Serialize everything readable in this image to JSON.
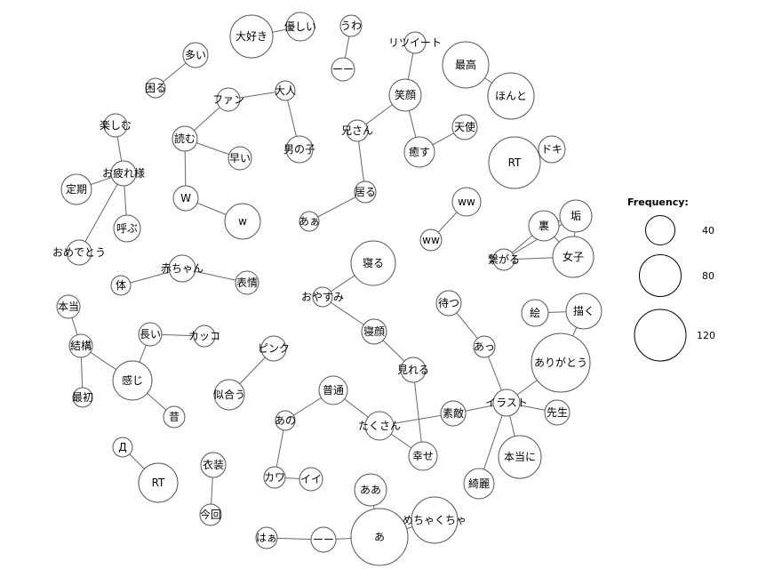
{
  "legend": {
    "title": "Frequency:",
    "values": [
      "40",
      "80",
      "120"
    ]
  },
  "nodes": [
    {
      "id": "daisuki",
      "label": "大好き"
    },
    {
      "id": "yasashii",
      "label": "優しい"
    },
    {
      "id": "uwa",
      "label": "うわ"
    },
    {
      "id": "dashdash1",
      "label": "ーー"
    },
    {
      "id": "retweet",
      "label": "リツイート"
    },
    {
      "id": "saikou",
      "label": "最高"
    },
    {
      "id": "honto",
      "label": "ほんと"
    },
    {
      "id": "ooi",
      "label": "多い"
    },
    {
      "id": "komaru",
      "label": "困る"
    },
    {
      "id": "fan",
      "label": "ファン"
    },
    {
      "id": "otona",
      "label": "大人"
    },
    {
      "id": "egao",
      "label": "笑顔"
    },
    {
      "id": "tanoshimu",
      "label": "楽しむ"
    },
    {
      "id": "yomu",
      "label": "読む"
    },
    {
      "id": "hayai",
      "label": "早い"
    },
    {
      "id": "otokonoko",
      "label": "男の子"
    },
    {
      "id": "niisan",
      "label": "兄さん"
    },
    {
      "id": "iyasu",
      "label": "癒す"
    },
    {
      "id": "tenshi",
      "label": "天使"
    },
    {
      "id": "rt1",
      "label": "RT"
    },
    {
      "id": "doki",
      "label": "ドキ"
    },
    {
      "id": "otsukaresama",
      "label": "お疲れ様"
    },
    {
      "id": "teiki",
      "label": "定期"
    },
    {
      "id": "W",
      "label": "W"
    },
    {
      "id": "w",
      "label": "w"
    },
    {
      "id": "iru",
      "label": "居る"
    },
    {
      "id": "aa1",
      "label": "あぁ"
    },
    {
      "id": "ww",
      "label": "ww"
    },
    {
      "id": "ww2",
      "label": "ww"
    },
    {
      "id": "ura",
      "label": "裏"
    },
    {
      "id": "aka",
      "label": "垢"
    },
    {
      "id": "yobu",
      "label": "呼ぶ"
    },
    {
      "id": "tsunagaru",
      "label": "繋がる"
    },
    {
      "id": "joshi",
      "label": "女子"
    },
    {
      "id": "omedetou",
      "label": "おめでとう"
    },
    {
      "id": "neru",
      "label": "寝る"
    },
    {
      "id": "akachan",
      "label": "赤ちゃん"
    },
    {
      "id": "karada",
      "label": "体"
    },
    {
      "id": "hyoujou",
      "label": "表情"
    },
    {
      "id": "oyasumi",
      "label": "おやすみ"
    },
    {
      "id": "matsu",
      "label": "待つ"
    },
    {
      "id": "egaku",
      "label": "描く"
    },
    {
      "id": "hontou",
      "label": "本当"
    },
    {
      "id": "e",
      "label": "絵"
    },
    {
      "id": "nagai",
      "label": "長い"
    },
    {
      "id": "kakko",
      "label": "カッコ"
    },
    {
      "id": "negao",
      "label": "寝顔"
    },
    {
      "id": "kekkou",
      "label": "結構"
    },
    {
      "id": "pink",
      "label": "ピンク"
    },
    {
      "id": "a2",
      "label": "あっ"
    },
    {
      "id": "arigatou",
      "label": "ありがとう"
    },
    {
      "id": "mireru",
      "label": "見れる"
    },
    {
      "id": "kanji",
      "label": "感じ"
    },
    {
      "id": "saisho",
      "label": "最初"
    },
    {
      "id": "niau",
      "label": "似合う"
    },
    {
      "id": "futsuu",
      "label": "普通"
    },
    {
      "id": "illust",
      "label": "イラスト"
    },
    {
      "id": "sensei",
      "label": "先生"
    },
    {
      "id": "mukashi",
      "label": "昔"
    },
    {
      "id": "ano",
      "label": "あの"
    },
    {
      "id": "takusan",
      "label": "たくさん"
    },
    {
      "id": "suteki",
      "label": "素敵"
    },
    {
      "id": "de",
      "label": "Д"
    },
    {
      "id": "shiawase",
      "label": "幸せ"
    },
    {
      "id": "hontouni",
      "label": "本当に"
    },
    {
      "id": "ishou",
      "label": "衣装"
    },
    {
      "id": "rt2",
      "label": "RT"
    },
    {
      "id": "kawa",
      "label": "カワ"
    },
    {
      "id": "ii",
      "label": "イイ"
    },
    {
      "id": "kirei",
      "label": "綺麗"
    },
    {
      "id": "aa2",
      "label": "ああ"
    },
    {
      "id": "konkai",
      "label": "今回"
    },
    {
      "id": "mechakucha",
      "label": "めちゃくちゃ"
    },
    {
      "id": "haa",
      "label": "はぁ"
    },
    {
      "id": "dashdash2",
      "label": "ーー"
    },
    {
      "id": "a1",
      "label": "あ"
    }
  ],
  "edges": [
    [
      "daisuki",
      "yasashii"
    ],
    [
      "uwa",
      "dashdash1"
    ],
    [
      "retweet",
      "egao"
    ],
    [
      "saikou",
      "honto"
    ],
    [
      "ooi",
      "komaru"
    ],
    [
      "fan",
      "otona"
    ],
    [
      "fan",
      "yomu"
    ],
    [
      "otona",
      "otokonoko"
    ],
    [
      "egao",
      "niisan"
    ],
    [
      "egao",
      "iyasu"
    ],
    [
      "iyasu",
      "tenshi"
    ],
    [
      "niisan",
      "iru"
    ],
    [
      "iru",
      "aa1"
    ],
    [
      "rt1",
      "doki"
    ],
    [
      "tanoshimu",
      "otsukaresama"
    ],
    [
      "otsukaresama",
      "teiki"
    ],
    [
      "otsukaresama",
      "yobu"
    ],
    [
      "otsukaresama",
      "omedetou"
    ],
    [
      "yomu",
      "hayai"
    ],
    [
      "yomu",
      "W"
    ],
    [
      "W",
      "w"
    ],
    [
      "ww",
      "ww2"
    ],
    [
      "ura",
      "aka"
    ],
    [
      "ura",
      "tsunagaru"
    ],
    [
      "ura",
      "joshi"
    ],
    [
      "aka",
      "joshi"
    ],
    [
      "aka",
      "tsunagaru"
    ],
    [
      "tsunagaru",
      "joshi"
    ],
    [
      "akachan",
      "karada"
    ],
    [
      "akachan",
      "hyoujou"
    ],
    [
      "neru",
      "oyasumi"
    ],
    [
      "oyasumi",
      "negao"
    ],
    [
      "negao",
      "mireru"
    ],
    [
      "mireru",
      "shiawase"
    ],
    [
      "hontou",
      "kekkou"
    ],
    [
      "kekkou",
      "saisho"
    ],
    [
      "kekkou",
      "kanji"
    ],
    [
      "kanji",
      "nagai"
    ],
    [
      "kanji",
      "mukashi"
    ],
    [
      "nagai",
      "kakko"
    ],
    [
      "pink",
      "niau"
    ],
    [
      "matsu",
      "a2"
    ],
    [
      "a2",
      "illust"
    ],
    [
      "e",
      "egaku"
    ],
    [
      "egaku",
      "arigatou"
    ],
    [
      "arigatou",
      "illust"
    ],
    [
      "illust",
      "sensei"
    ],
    [
      "illust",
      "hontouni"
    ],
    [
      "illust",
      "kirei"
    ],
    [
      "illust",
      "suteki"
    ],
    [
      "suteki",
      "takusan"
    ],
    [
      "futsuu",
      "ano"
    ],
    [
      "futsuu",
      "takusan"
    ],
    [
      "takusan",
      "shiawase"
    ],
    [
      "ano",
      "kawa"
    ],
    [
      "kawa",
      "ii"
    ],
    [
      "de",
      "rt2"
    ],
    [
      "ishou",
      "konkai"
    ],
    [
      "haa",
      "dashdash2"
    ],
    [
      "dashdash2",
      "a1"
    ],
    [
      "a1",
      "aa2"
    ],
    [
      "a1",
      "mechakucha"
    ]
  ]
}
